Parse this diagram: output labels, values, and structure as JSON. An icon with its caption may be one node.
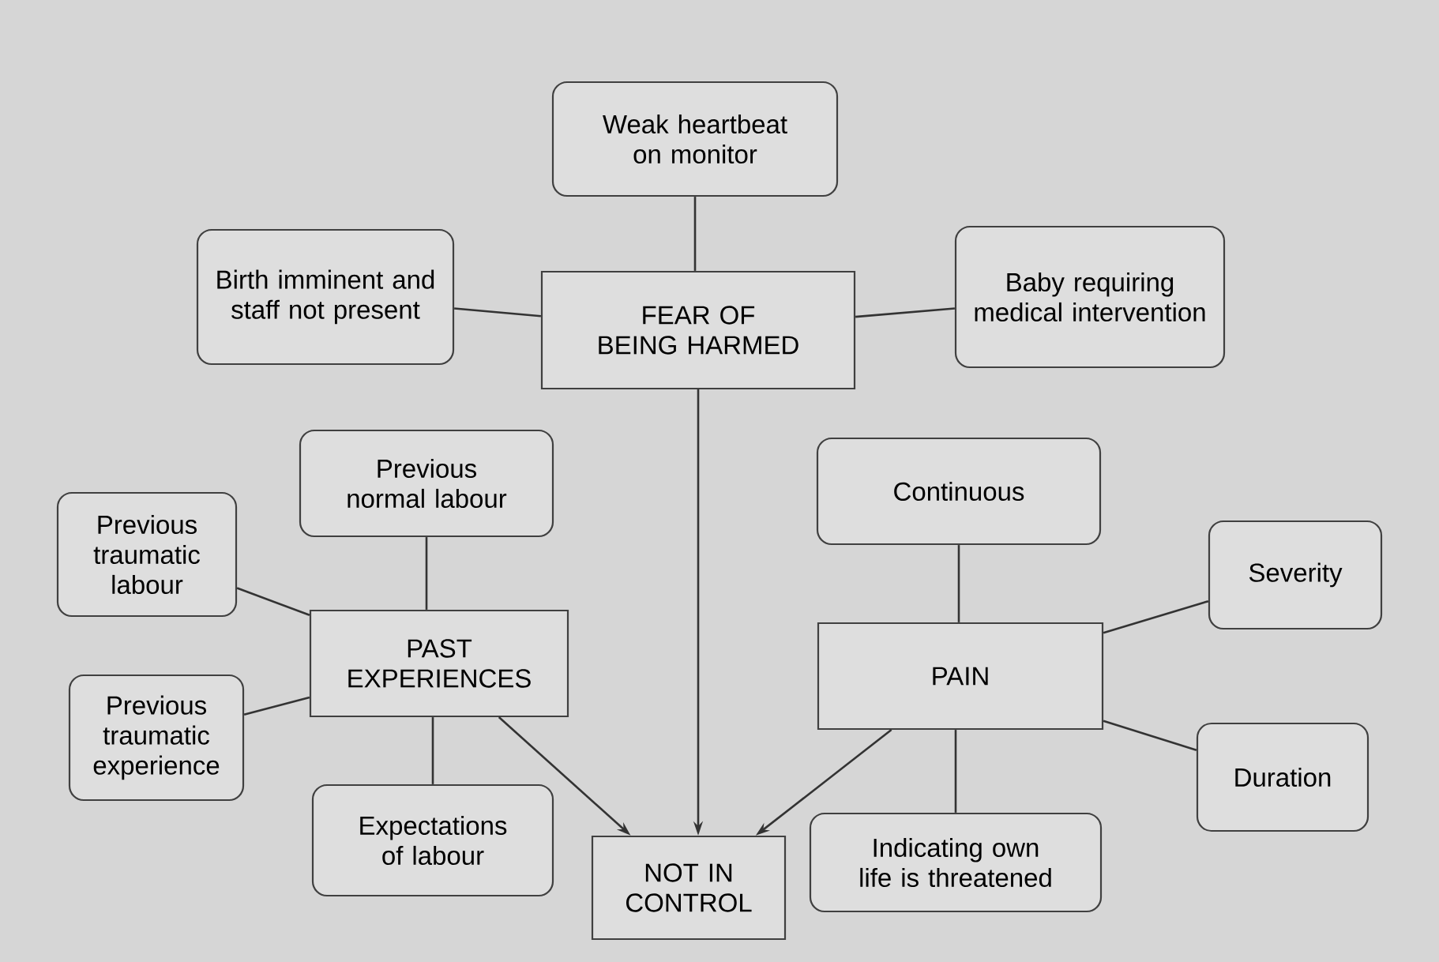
{
  "diagram": {
    "nodes": [
      {
        "text": [
          "Weak heartbeat on monitor"
        ]
      },
      {
        "text": [
          "Birth imminent and staff not present"
        ]
      },
      {
        "text": [
          "FEAR OF BEING HARMED"
        ]
      },
      {
        "text": [
          "Baby requiring medical intervention"
        ]
      },
      {
        "text": [
          "Previous normal labour"
        ]
      },
      {
        "text": [
          "Previous traumatic labour"
        ]
      },
      {
        "text": [
          "PAST EXPERIENCES"
        ]
      },
      {
        "text": [
          "Previous traumatic experience"
        ]
      },
      {
        "text": [
          "Expectations of labour"
        ]
      },
      {
        "text": [
          "NOT IN CONTROL"
        ]
      },
      {
        "text": [
          "Continuous"
        ]
      },
      {
        "text": [
          "Severity"
        ]
      },
      {
        "text": [
          "PAIN"
        ]
      },
      {
        "text": [
          "Duration"
        ]
      },
      {
        "text": [
          "Indicating own life is threatened"
        ]
      }
    ],
    "edges": [
      {
        "from": 0,
        "to": 2,
        "arrow": "none"
      },
      {
        "from": 1,
        "to": 2,
        "arrow": "none"
      },
      {
        "from": 3,
        "to": 2,
        "arrow": "none"
      },
      {
        "from": 2,
        "to": 9,
        "arrow": "to"
      },
      {
        "from": 4,
        "to": 6,
        "arrow": "none"
      },
      {
        "from": 5,
        "to": 6,
        "arrow": "none"
      },
      {
        "from": 7,
        "to": 6,
        "arrow": "none"
      },
      {
        "from": 8,
        "to": 6,
        "arrow": "none"
      },
      {
        "from": 6,
        "to": 9,
        "arrow": "to"
      },
      {
        "from": 10,
        "to": 12,
        "arrow": "none"
      },
      {
        "from": 11,
        "to": 12,
        "arrow": "none"
      },
      {
        "from": 13,
        "to": 12,
        "arrow": "none"
      },
      {
        "from": 14,
        "to": 12,
        "arrow": "none"
      },
      {
        "from": 12,
        "to": 9,
        "arrow": "to"
      }
    ]
  }
}
